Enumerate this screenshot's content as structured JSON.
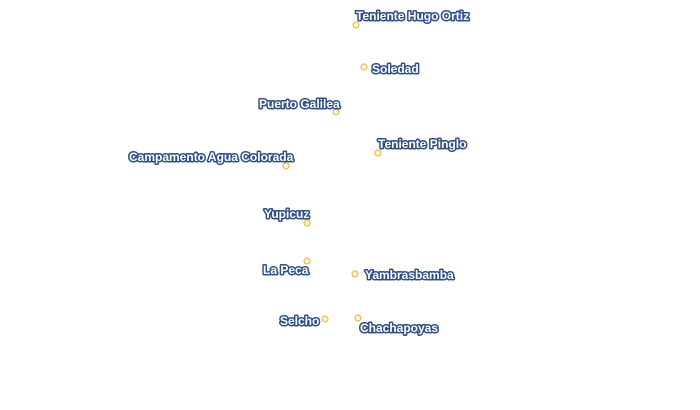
{
  "map": {
    "places": [
      {
        "name": "Teniente Hugo Ortiz"
      },
      {
        "name": "Soledad"
      },
      {
        "name": "Puerto Galilea"
      },
      {
        "name": "Teniente Pinglo"
      },
      {
        "name": "Campamento Agua Colorada"
      },
      {
        "name": "Yupicuz"
      },
      {
        "name": "La Peca"
      },
      {
        "name": "Yambrasbamba"
      },
      {
        "name": "Selcho"
      },
      {
        "name": "Chachapoyas"
      }
    ],
    "colors": {
      "background": "#ffffff",
      "marker_fill": "#fff6d8",
      "marker_stroke": "#e8b84a",
      "label_fill": "#ffffff",
      "label_halo": "#2f4f86"
    }
  }
}
